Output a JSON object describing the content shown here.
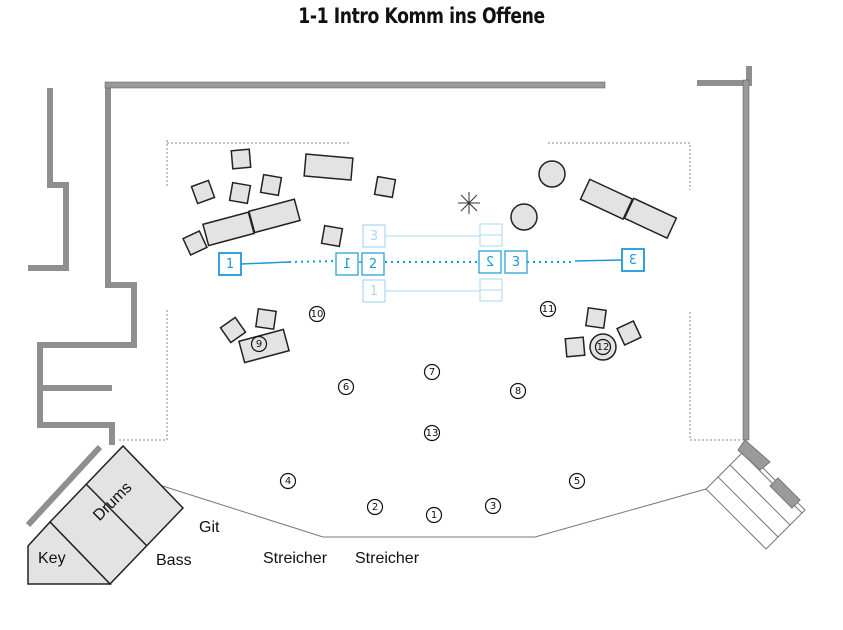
{
  "title": "1-1 Intro Komm ins Offene",
  "colors": {
    "accent": "#1a9ad6",
    "accent_faint": "#a9d8ef",
    "wall": "#8f8f8f",
    "prop_fill": "#e3e3e3",
    "prop_stroke": "#222222"
  },
  "positions": [
    "1",
    "2",
    "3",
    "4",
    "5",
    "6",
    "7",
    "8",
    "9",
    "10",
    "11",
    "12",
    "13"
  ],
  "path_markers": {
    "row_main": [
      "1",
      "1",
      "2",
      "2",
      "3",
      "3"
    ],
    "row_top": [
      "3"
    ],
    "row_bottom": [
      "1"
    ]
  },
  "band": {
    "drums": "Drums",
    "key": "Key",
    "bass": "Bass",
    "git": "Git",
    "strings_left": "Streicher",
    "strings_right": "Streicher"
  },
  "icons": [
    "asterisk-icon"
  ]
}
